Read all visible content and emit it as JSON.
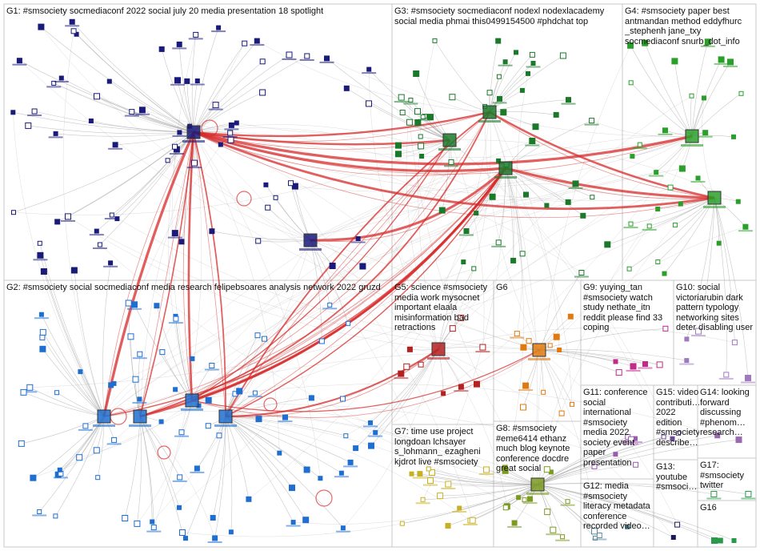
{
  "accent_edge_color": "#d72a2a",
  "grey_edge_color": "#9a9a9a",
  "box_border_color": "#c8c8c8",
  "groups": [
    {
      "id": "G1",
      "label": "G1: #smsociety socmediaconf 2022 social july 20 media presentation 18 spotlight",
      "node_color": "#1a1a7a"
    },
    {
      "id": "G2",
      "label": "G2: #smsociety social socmediaconf media research felipebsoares analysis network 2022 gruzd",
      "node_color": "#1f6fd1"
    },
    {
      "id": "G3",
      "label": "G3: #smsociety socmediaconf nodexl nodexlacademy social media phmai this0499154500 #phdchat top",
      "node_color": "#1a7a2a"
    },
    {
      "id": "G4",
      "label": "G4: #smsociety paper best antmandan method eddyfhurc _stephenh jane_txy socmediaconf snurb_dot_info",
      "node_color": "#2aa02a"
    },
    {
      "id": "G5",
      "label": "G5: science #smsociety media work mysocnet important elaala misinformation bad retractions",
      "node_color": "#b52020"
    },
    {
      "id": "G6",
      "label": "G6",
      "node_color": "#e07a10"
    },
    {
      "id": "G7",
      "label": "G7: time use project longdoan lchsayer s_lohmann_ ezagheni kjdrot live #smsociety",
      "node_color": "#c8b020"
    },
    {
      "id": "G8",
      "label": "G8: #smsociety #eme6414 ethanz much blog keynote conference docdre great social",
      "node_color": "#7a9a20"
    },
    {
      "id": "G9",
      "label": "G9: yuying_tan #smsociety watch study nethate_itn reddit please find 33 coping",
      "node_color": "#c02a8a"
    },
    {
      "id": "G10",
      "label": "G10: social victoriarubin dark pattern typology networking sites deter disabling user",
      "node_color": "#a07ac0"
    },
    {
      "id": "G11",
      "label": "G11: conference social international #smsociety media 2022 society event paper presentation",
      "node_color": "#9a5ab0"
    },
    {
      "id": "G12",
      "label": "G12: media #smsociety literacy metadata conference recorded video…",
      "node_color": "#5a8aa0"
    },
    {
      "id": "G13",
      "label": "G13: youtube #smsoci…",
      "node_color": "#1a1a5a"
    },
    {
      "id": "G14",
      "label": "G14: looking forward discussing #phenom… research…",
      "node_color": "#9a6ab0"
    },
    {
      "id": "G15",
      "label": "G15: video contributi… 2022 edition #smsociety describe…",
      "node_color": "#6a4a9a"
    },
    {
      "id": "G16",
      "label": "G16",
      "node_color": "#2a9a4a"
    },
    {
      "id": "G17",
      "label": "G17: #smsociety twitter",
      "node_color": "#2a9a4a"
    }
  ]
}
